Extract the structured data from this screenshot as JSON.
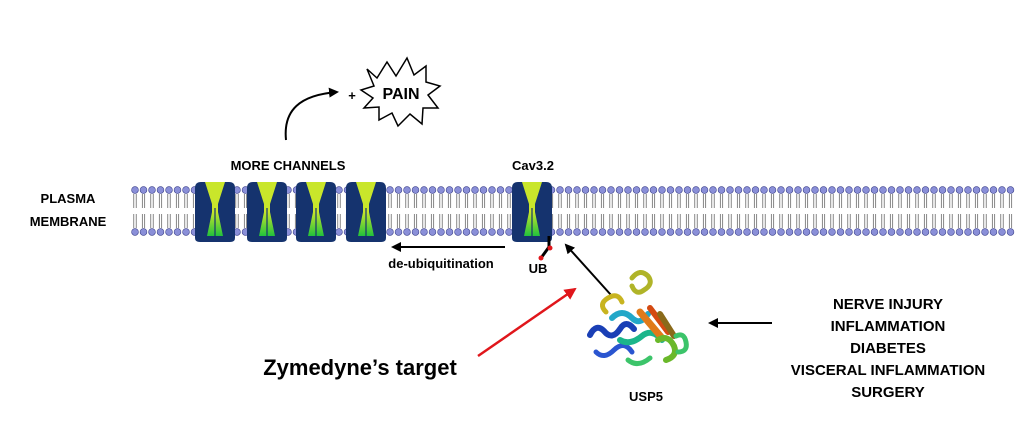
{
  "membrane": {
    "label_line1": "PLASMA",
    "label_line2": "MEMBRANE"
  },
  "channels": {
    "more_label": "MORE CHANNELS",
    "cav_label": "Cav3.2",
    "ub_label": "UB"
  },
  "pain": {
    "plus": "+",
    "label": "PAIN"
  },
  "process": {
    "deubiquitination": "de-ubiquitination"
  },
  "enzyme": {
    "label": "USP5"
  },
  "target": {
    "label": "Zymedyne’s target",
    "color": "#e0161b"
  },
  "causes": [
    "NERVE INJURY",
    "INFLAMMATION",
    "DIABETES",
    "VISCERAL INFLAMMATION",
    "SURGERY"
  ],
  "colors": {
    "channel": "#15336e",
    "channel_pore": "#c9e62b",
    "channel_pore_low": "#22c23c",
    "lipid_head": "#8a8fd8",
    "arrow_red": "#e0161b",
    "text": "#000000"
  }
}
